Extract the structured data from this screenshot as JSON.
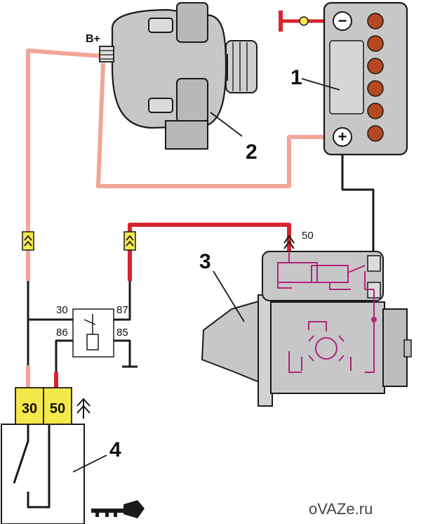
{
  "callouts": {
    "battery": "1",
    "generator": "2",
    "starter": "3",
    "ignition_switch": "4"
  },
  "generator_terminal": "B+",
  "starter_terminal": "50",
  "relay_terminals": {
    "t30": "30",
    "t87": "87",
    "t86": "86",
    "t85": "85"
  },
  "switch_terminals": {
    "t30": "30",
    "t50": "50"
  },
  "battery_symbols": {
    "negative": "−",
    "positive": "+"
  },
  "watermark": "oVAZe.ru",
  "colors": {
    "pink_wire": "#f2a59a",
    "red_wire": "#d6252f",
    "black_wire": "#1a1a1a",
    "battery_cell": "#b5481f",
    "terminal_yellow": "#f5e84a",
    "starter_internal": "#b0247a",
    "metal_gray": "#c7c7c7"
  }
}
